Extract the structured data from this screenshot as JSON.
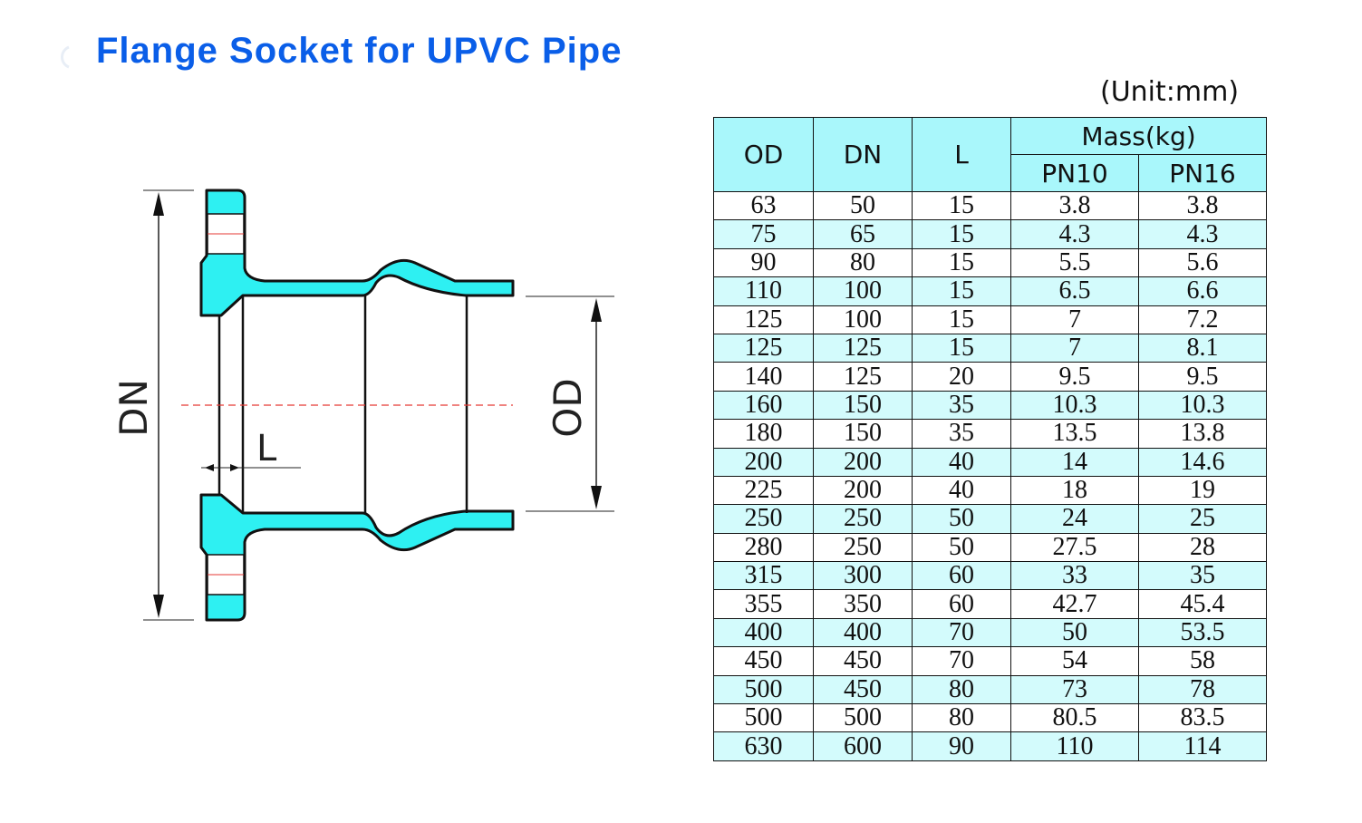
{
  "title": "Flange Socket for UPVC Pipe",
  "unit": "(Unit:mm)",
  "diagram": {
    "label_dn": "DN",
    "label_od": "OD",
    "label_l": "L"
  },
  "table": {
    "headers": {
      "od": "OD",
      "dn": "DN",
      "l": "L",
      "mass": "Mass(kg)",
      "pn10": "PN10",
      "pn16": "PN16"
    },
    "rows": [
      [
        "63",
        "50",
        "15",
        "3.8",
        "3.8"
      ],
      [
        "75",
        "65",
        "15",
        "4.3",
        "4.3"
      ],
      [
        "90",
        "80",
        "15",
        "5.5",
        "5.6"
      ],
      [
        "110",
        "100",
        "15",
        "6.5",
        "6.6"
      ],
      [
        "125",
        "100",
        "15",
        "7",
        "7.2"
      ],
      [
        "125",
        "125",
        "15",
        "7",
        "8.1"
      ],
      [
        "140",
        "125",
        "20",
        "9.5",
        "9.5"
      ],
      [
        "160",
        "150",
        "35",
        "10.3",
        "10.3"
      ],
      [
        "180",
        "150",
        "35",
        "13.5",
        "13.8"
      ],
      [
        "200",
        "200",
        "40",
        "14",
        "14.6"
      ],
      [
        "225",
        "200",
        "40",
        "18",
        "19"
      ],
      [
        "250",
        "250",
        "50",
        "24",
        "25"
      ],
      [
        "280",
        "250",
        "50",
        "27.5",
        "28"
      ],
      [
        "315",
        "300",
        "60",
        "33",
        "35"
      ],
      [
        "355",
        "350",
        "60",
        "42.7",
        "45.4"
      ],
      [
        "400",
        "400",
        "70",
        "50",
        "53.5"
      ],
      [
        "450",
        "450",
        "70",
        "54",
        "58"
      ],
      [
        "500",
        "450",
        "80",
        "73",
        "78"
      ],
      [
        "500",
        "500",
        "80",
        "80.5",
        "83.5"
      ],
      [
        "630",
        "600",
        "90",
        "110",
        "114"
      ]
    ]
  },
  "colors": {
    "title": "#0a5ee8",
    "fill": "#2ef0f2",
    "header_bg": "#a9f7fb",
    "row_alt_bg": "#d3fbfc",
    "centerline": "#e53935"
  }
}
